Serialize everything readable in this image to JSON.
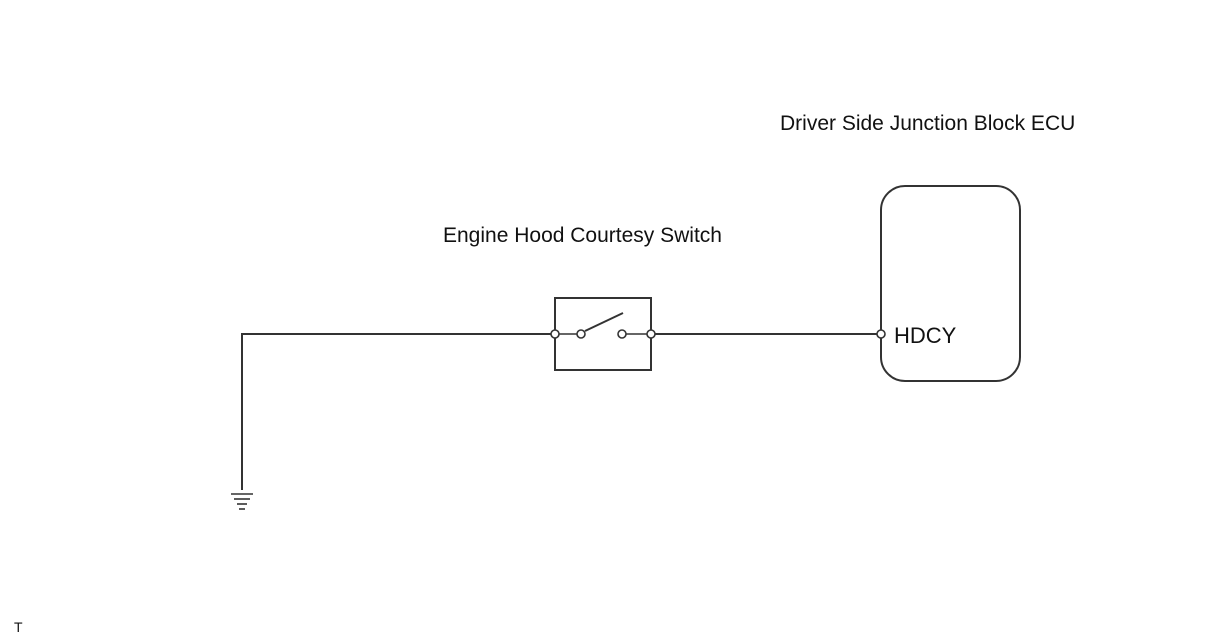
{
  "diagram": {
    "ecu_label": "Driver Side Junction Block ECU",
    "switch_label": "Engine Hood Courtesy Switch",
    "terminal_label": "HDCY",
    "corner_mark": "T",
    "line_color": "#333333",
    "ground_symbol": "ground-icon"
  }
}
